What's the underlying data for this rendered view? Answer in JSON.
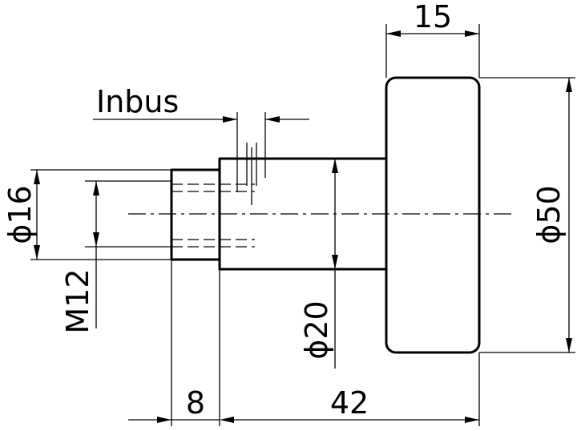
{
  "dimensions": {
    "width_top": "15",
    "inbus": "Inbus",
    "dia16": "ϕ16",
    "m12": "M12",
    "dia20": "ϕ20",
    "dia50": "ϕ50",
    "len8": "8",
    "len42": "42"
  }
}
